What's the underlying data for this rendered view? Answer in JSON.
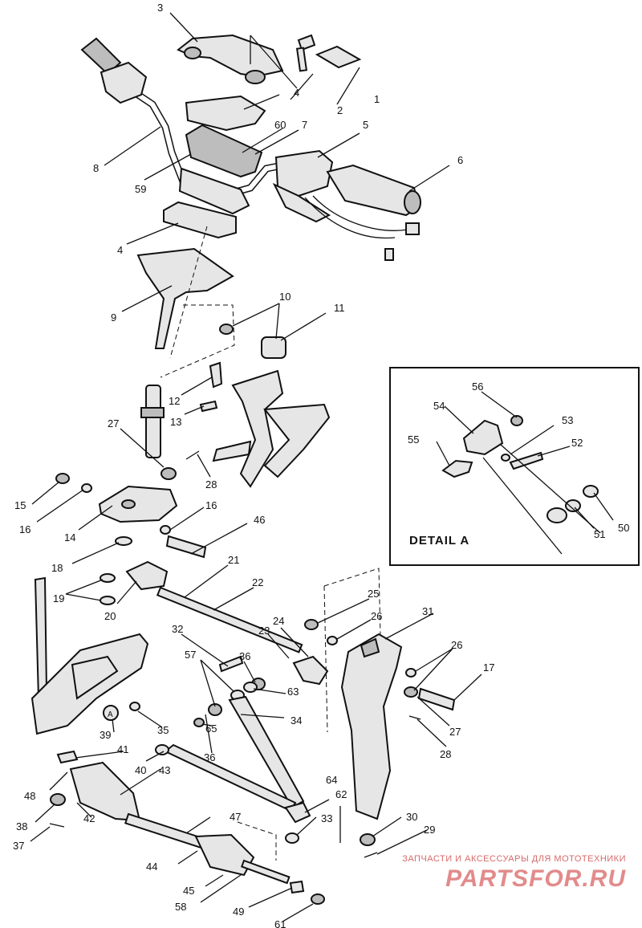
{
  "detail_box": {
    "title": "DETAIL A"
  },
  "watermark": {
    "line1": "ЗАПЧАСТИ И АКСЕССУАРЫ ДЛЯ МОТОТЕХНИКИ",
    "line2": "PARTSFOR.RU"
  },
  "callouts": {
    "c1": "1",
    "c2": "2",
    "c3": "3",
    "c4a": "4",
    "c4b": "4",
    "c5": "5",
    "c6": "6",
    "c7": "7",
    "c8": "8",
    "c9": "9",
    "c10": "10",
    "c11": "11",
    "c12": "12",
    "c13": "13",
    "c14": "14",
    "c15": "15",
    "c16a": "16",
    "c16b": "16",
    "c17": "17",
    "c18": "18",
    "c19": "19",
    "c20": "20",
    "c21": "21",
    "c22": "22",
    "c23": "23",
    "c24": "24",
    "c25": "25",
    "c26a": "26",
    "c26b": "26",
    "c27a": "27",
    "c27b": "27",
    "c28a": "28",
    "c28b": "28",
    "c29": "29",
    "c30": "30",
    "c31": "31",
    "c32": "32",
    "c33": "33",
    "c34": "34",
    "c35": "35",
    "c36a": "36",
    "c36b": "36",
    "c37": "37",
    "c38": "38",
    "c39": "39",
    "c40": "40",
    "c41": "41",
    "c42": "42",
    "c43": "43",
    "c44": "44",
    "c45": "45",
    "c46": "46",
    "c47": "47",
    "c48": "48",
    "c49": "49",
    "c50": "50",
    "c51": "51",
    "c52": "52",
    "c53": "53",
    "c54": "54",
    "c55": "55",
    "c56": "56",
    "c57": "57",
    "c58": "58",
    "c59": "59",
    "c60": "60",
    "c61": "61",
    "c62": "62",
    "c63": "63",
    "c64": "64",
    "c65": "65",
    "cA": "A"
  },
  "colors": {
    "ink": "#111111",
    "watermark": "#e28b8b"
  }
}
